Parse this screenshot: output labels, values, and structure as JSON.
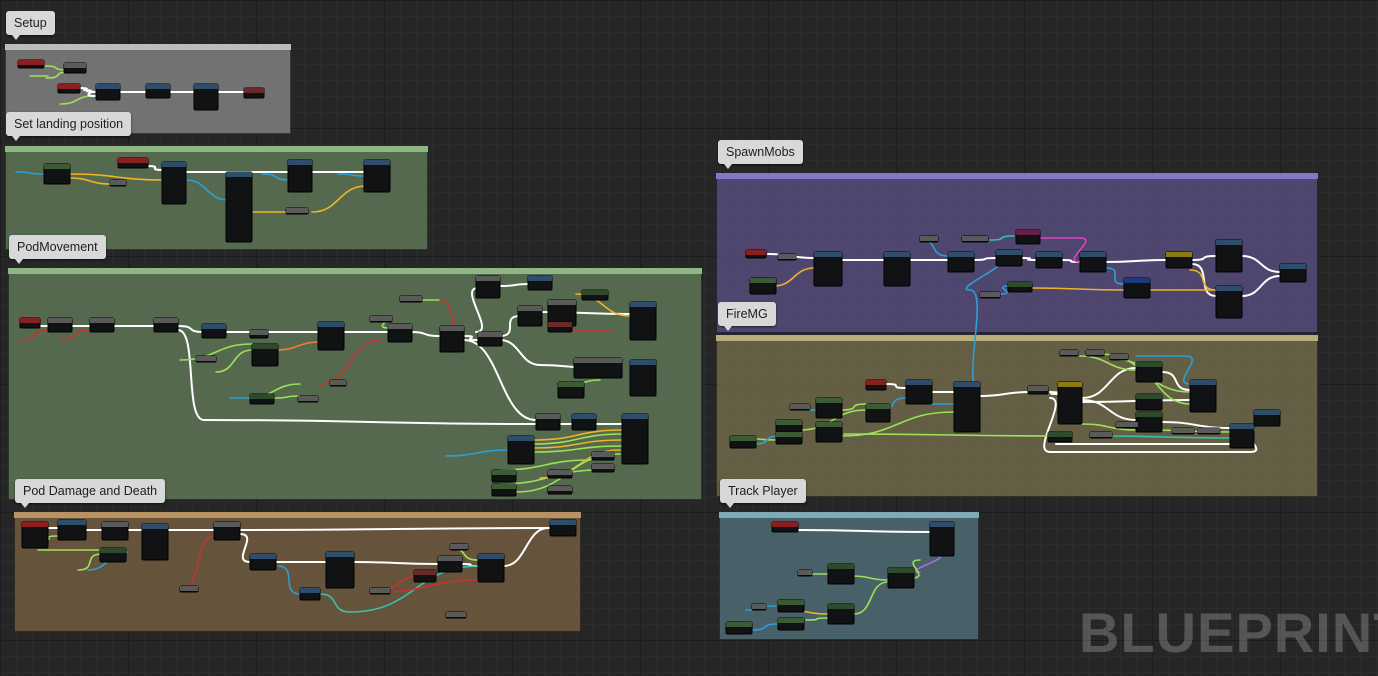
{
  "watermark": "BLUEPRINT",
  "comments": [
    {
      "id": "setup",
      "title": "Setup",
      "color": "#8c8c8c",
      "header": "#bcbcbc"
    },
    {
      "id": "landing",
      "title": "Set landing position",
      "color": "#5d7556",
      "header": "#8fb783"
    },
    {
      "id": "podmovement",
      "title": "PodMovement",
      "color": "#5d7556",
      "header": "#8fb783"
    },
    {
      "id": "poddamage",
      "title": "Pod Damage and Death",
      "color": "#6f5a40",
      "header": "#b89262"
    },
    {
      "id": "spawnmobs",
      "title": "SpawnMobs",
      "color": "#544a78",
      "header": "#8676c8"
    },
    {
      "id": "firemg",
      "title": "FireMG",
      "color": "#6b6648",
      "header": "#b7ae7c"
    },
    {
      "id": "trackplayer",
      "title": "Track Player",
      "color": "#4d6770",
      "header": "#7fa9b6"
    }
  ],
  "colors": {
    "exec": "#ffffff",
    "object": "#2aa0d8",
    "float": "#9be25a",
    "vector": "#f0b428",
    "bool": "#8a1a1a",
    "struct": "#1f8f8f",
    "pink": "#e040c0"
  }
}
